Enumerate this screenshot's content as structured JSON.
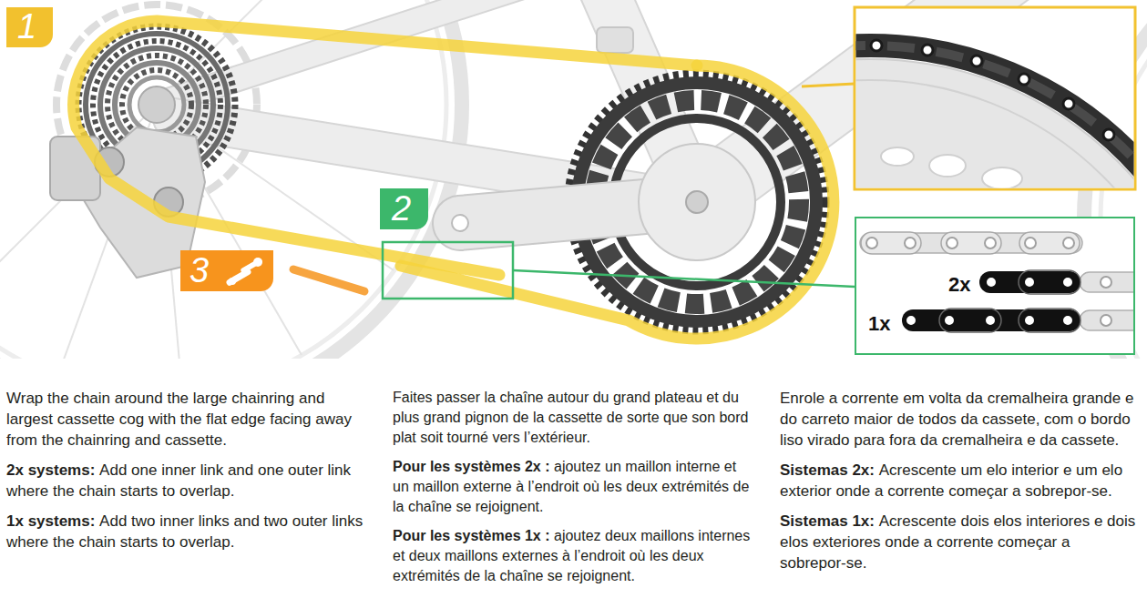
{
  "diagram": {
    "nodes": [
      {
        "text": [
          "1"
        ]
      },
      {
        "text": [
          "2"
        ]
      },
      {
        "text": [
          "3"
        ]
      },
      {
        "text": [
          "2x",
          "1x"
        ]
      }
    ],
    "labels": [
      "Wrap the chain around the large chainring and largest cassette cog with the flat edge facing away from the chainring and cassette.",
      "2x systems:",
      "Add one inner link and one outer link where the chain starts to overlap.",
      "1x systems:",
      "Add two inner links and two outer links where the chain starts to overlap.",
      "Faites passer la chaîne autour du grand plateau et du plus grand pignon de la cassette de sorte que son bord plat soit tourné vers l’extérieur.",
      "Pour les systèmes 2x :",
      "ajoutez un maillon interne et un maillon externe à l’endroit où les deux extrémités de la chaîne se rejoignent.",
      "Pour les systèmes 1x :",
      "ajoutez deux maillons internes et deux maillons externes à l’endroit où les deux extrémités de la chaîne se rejoignent.",
      "Enrole a corrente em volta da cremalheira grande e do carreto maior de todos da cassete, com o bordo liso virado para fora da cremalheira e da cassete.",
      "Sistemas 2x:",
      "Acrescente um elo interior e um elo exterior onde a corrente começar a sobrepor-se.",
      "Sistemas 1x:",
      "Acrescente dois elos interiores e dois elos exteriores onde a corrente começar a sobrepor-se."
    ]
  }
}
